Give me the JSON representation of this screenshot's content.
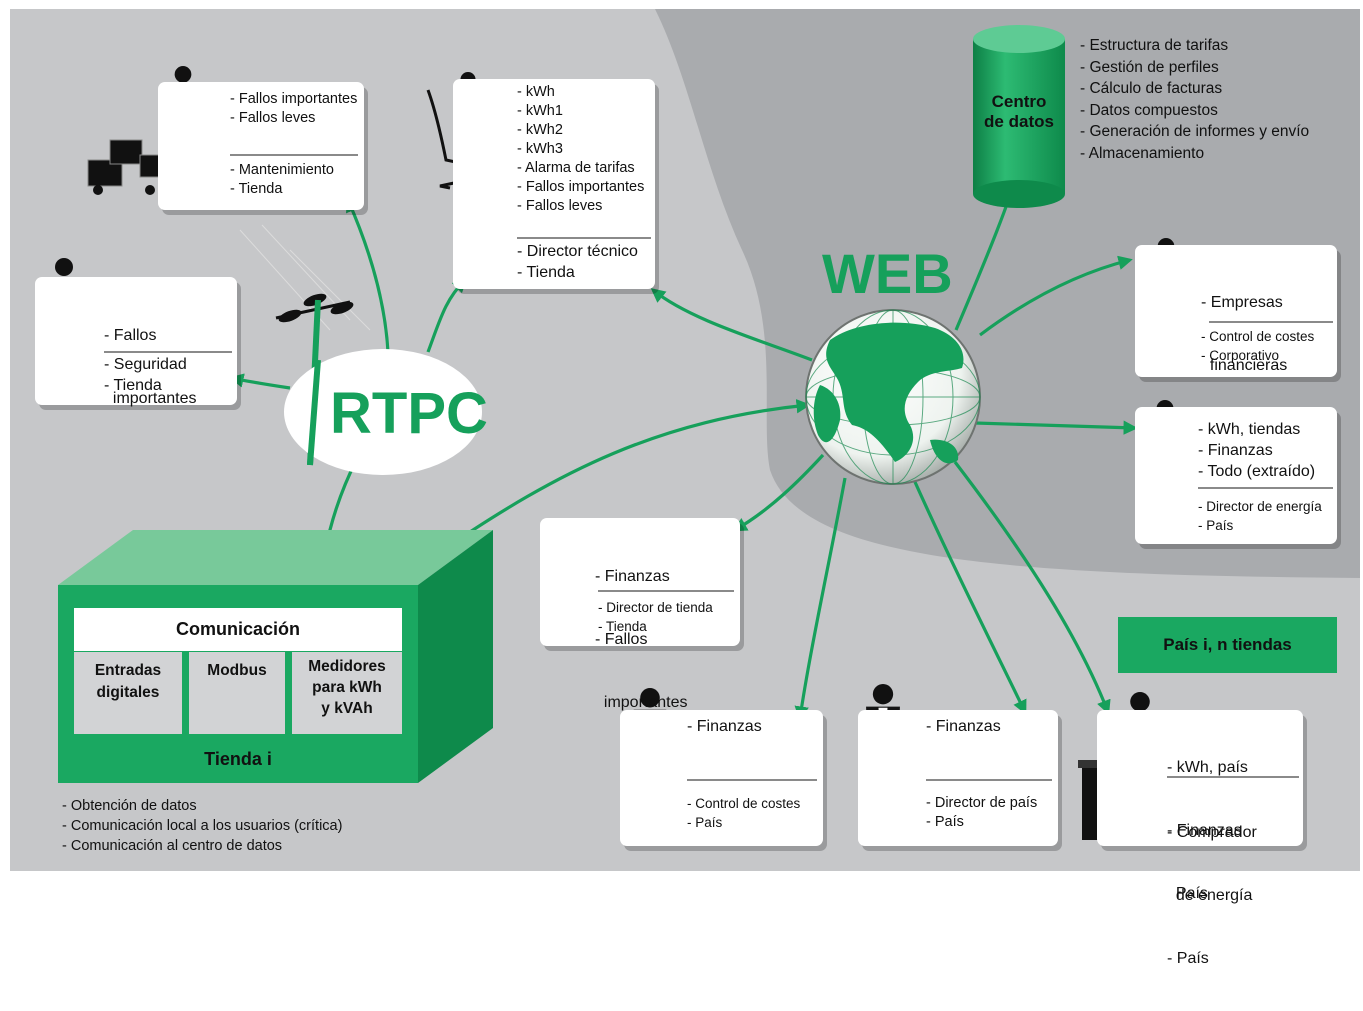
{
  "colors": {
    "green": "#16a05b",
    "green_light": "#78c99a",
    "gray_bg": "#c6c7c9",
    "gray_dark": "#a7a9ac",
    "gray_inner": "#d2d3d5"
  },
  "data_center": {
    "title_line1": "Centro",
    "title_line2": "de datos",
    "items": [
      "- Estructura de tarifas",
      "- Gestión de perfiles",
      "- Cálculo de facturas",
      "- Datos compuestos",
      "- Generación de informes y envío",
      "- Almacenamiento"
    ]
  },
  "web_label": "WEB",
  "rtpc_label": "RTPC",
  "store": {
    "comm_title": "Comunicación",
    "col1": [
      "Entradas",
      "digitales"
    ],
    "col2": [
      "Modbus"
    ],
    "col3": [
      "Medidores",
      "para kWh",
      "y kVAh"
    ],
    "footer": "Tienda i"
  },
  "store_notes": [
    "- Obtención de datos",
    "- Comunicación local a los usuarios (crítica)",
    "- Comunicación al centro de datos"
  ],
  "country_label": "País i, n tiendas",
  "cards": {
    "maintenance": {
      "top": [
        "- Fallos importantes",
        "- Fallos leves"
      ],
      "bottom": [
        "- Mantenimiento",
        "- Tienda"
      ]
    },
    "technical": {
      "top": [
        "- kWh",
        "- kWh1",
        "- kWh2",
        "- kWh3",
        "- Alarma de tarifas",
        "- Fallos importantes",
        "- Fallos leves"
      ],
      "bottom": [
        "- Director técnico",
        "- Tienda"
      ]
    },
    "security": {
      "top": [
        "- Fallos",
        "  importantes"
      ],
      "bottom": [
        "- Seguridad",
        "- Tienda"
      ]
    },
    "financial": {
      "top": [
        "- Empresas",
        "  financieras"
      ],
      "bottom": [
        "- Control de costes",
        "- Corporativo"
      ]
    },
    "energy": {
      "top": [
        "- kWh, tiendas",
        "- Finanzas",
        "- Todo (extraído)"
      ],
      "bottom": [
        "- Director de energía",
        "- País"
      ]
    },
    "store_director": {
      "top": [
        "- Finanzas",
        "- Fallos",
        "  importantes"
      ],
      "bottom": [
        "- Director de tienda",
        "- Tienda"
      ]
    },
    "cost_control": {
      "top": [
        "- Finanzas"
      ],
      "bottom": [
        "- Control de costes",
        "- País"
      ]
    },
    "country_director": {
      "top": [
        "- Finanzas"
      ],
      "bottom": [
        "- Director de país",
        "- País"
      ]
    },
    "energy_buyer": {
      "top": [
        "- kWh, país",
        "- Finanzas",
        "  País"
      ],
      "bottom": [
        "- Comprador",
        "  de energía",
        "- País"
      ]
    }
  }
}
